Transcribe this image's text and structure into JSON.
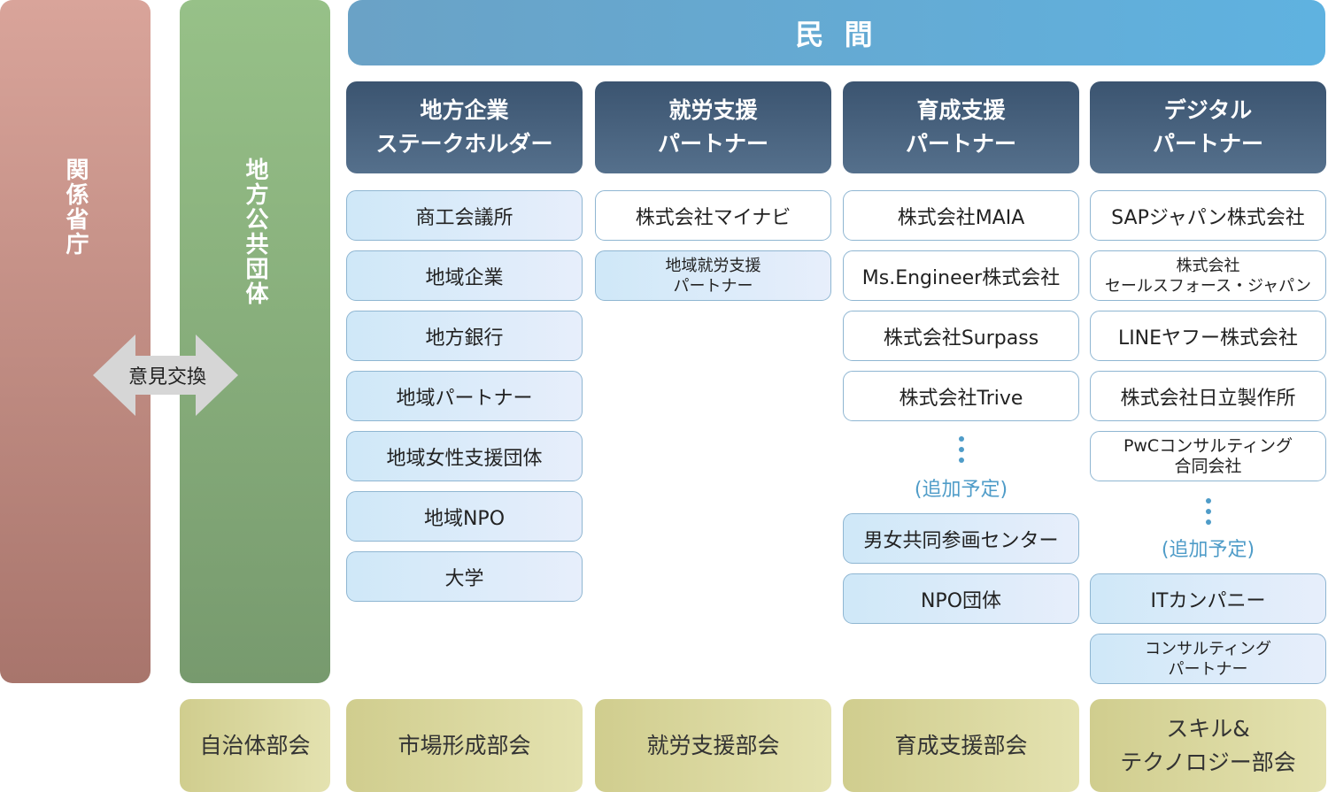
{
  "side": {
    "ministry": "関係省庁",
    "local_gov": "地方公共団体"
  },
  "private_header": "民 間",
  "exchange_label": "意見交換",
  "columns": [
    {
      "head": [
        "地方企業",
        "ステークホルダー"
      ],
      "items": [
        "商工会議所",
        "地域企業",
        "地方銀行",
        "地域パートナー",
        "地域女性支援団体",
        "地域NPO",
        "大学"
      ]
    },
    {
      "head": [
        "就労支援",
        "パートナー"
      ],
      "items": [
        "株式会社マイナビ",
        "地域就労支援",
        "パートナー"
      ]
    },
    {
      "head": [
        "育成支援",
        "パートナー"
      ],
      "items": [
        "株式会社MAIA",
        "Ms.Engineer株式会社",
        "株式会社Surpass",
        "株式会社Trive",
        "(追加予定)",
        "男女共同参画センター",
        "NPO団体"
      ]
    },
    {
      "head": [
        "デジタル",
        "パートナー"
      ],
      "items": [
        "SAPジャパン株式会社",
        "株式会社",
        "セールスフォース・ジャパン",
        "LINEヤフー株式会社",
        "株式会社日立製作所",
        "PwCコンサルティング",
        "合同会社",
        "(追加予定)",
        "ITカンパニー",
        "コンサルティング",
        "パートナー"
      ]
    }
  ],
  "committees": [
    "自治体部会",
    "市場形成部会",
    "就労支援部会",
    "育成支援部会",
    "スキル&",
    "テクノロジー部会"
  ],
  "colors": {
    "ministry": "#c08c82",
    "local_gov": "#88ad7b",
    "private": "#62aad6",
    "column_head": "#465f7c",
    "committee": "#dad7a0",
    "planned_text": "#4f9cc8"
  }
}
